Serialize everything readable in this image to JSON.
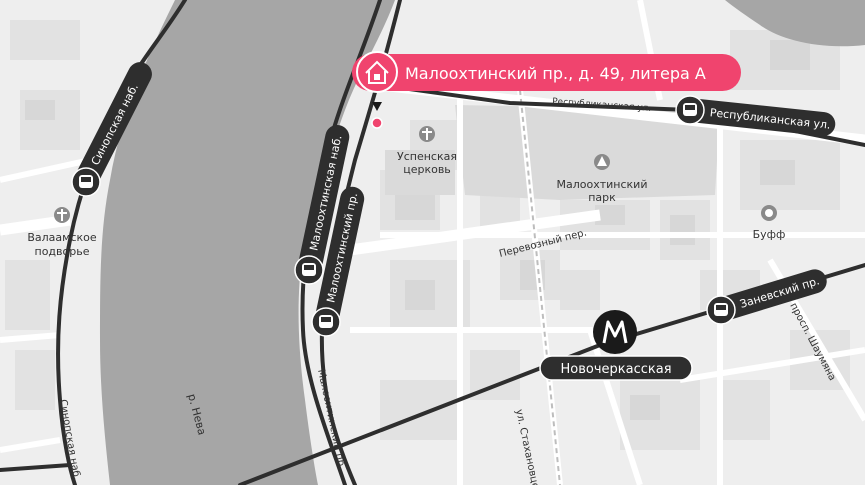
{
  "address_pin": {
    "label": "Малоохтинский пр., д. 49, литера А",
    "color": "#f0446e",
    "icon": "house-icon"
  },
  "metro": {
    "station": "Новочеркасская",
    "icon": "spb-metro-icon"
  },
  "transit_stops": [
    {
      "label": "Синопская наб.",
      "icon": "bus-icon"
    },
    {
      "label": "Малоохтинская наб.",
      "icon": "bus-icon"
    },
    {
      "label": "Малоохтинский пр.",
      "icon": "bus-icon"
    },
    {
      "label": "Республиканская ул.",
      "icon": "bus-icon"
    },
    {
      "label": "Заневский пр.",
      "icon": "bus-icon"
    }
  ],
  "pois": {
    "church": {
      "line1": "Успенская",
      "line2": "церковь",
      "icon": "church-icon"
    },
    "podvorye": {
      "line1": "Валаамское",
      "line2": "подворье",
      "icon": "church-icon"
    },
    "park": {
      "line1": "Малоохтинский",
      "line2": "парк",
      "icon": "park-icon"
    },
    "buff": {
      "label": "Буфф",
      "icon": "theatre-icon"
    }
  },
  "streets": {
    "perevozny": "Перевозный пер.",
    "shaumyana": "просп. Шаумяна",
    "stakhanovtsev": "ул. Стахановцев",
    "malookhtinsky_pr": "Малоохтинский пр.",
    "sinopskaya_bottom": "Синопская наб.",
    "respublikanskaya_top": "Республиканская ул."
  },
  "river": "р. Нева",
  "colors": {
    "background": "#eeeeee",
    "water": "#a6a6a6",
    "road": "#ffffff",
    "route": "#2e2e2e",
    "accent": "#f0446e",
    "label_dark": "#2e2e2e"
  }
}
